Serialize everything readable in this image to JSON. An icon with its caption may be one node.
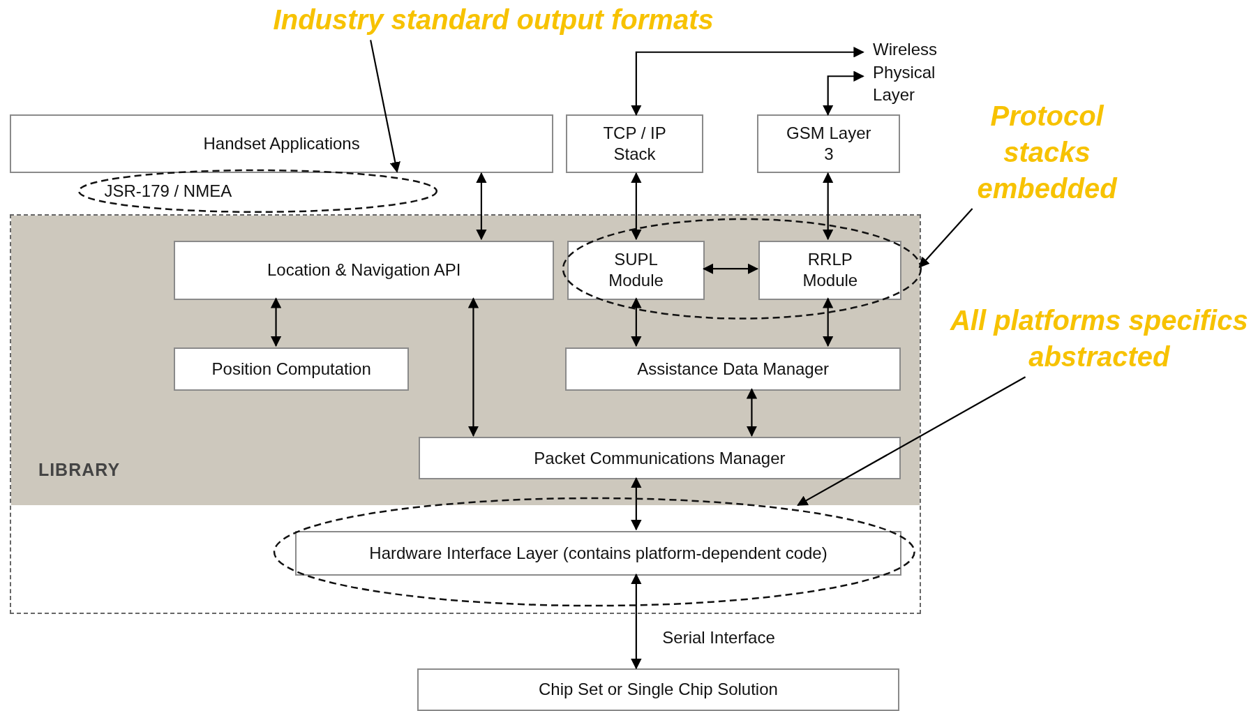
{
  "diagram": {
    "nodes": [
      {
        "text": [
          "Industry standard output formats"
        ]
      },
      {
        "text": [
          "Wireless Physical Layer"
        ]
      },
      {
        "text": [
          "Protocol stacks embedded"
        ]
      },
      {
        "text": [
          "Handset Applications"
        ]
      },
      {
        "text": [
          "TCP / IP Stack"
        ]
      },
      {
        "text": [
          "GSM Layer 3"
        ]
      },
      {
        "text": [
          "JSR-179 / NMEA"
        ]
      },
      {
        "text": [
          "LIBRARY"
        ]
      },
      {
        "text": [
          "Location & Navigation API"
        ],
        "in": 7
      },
      {
        "text": [
          "SUPL Module"
        ],
        "in": 11
      },
      {
        "text": [
          "RRLP Module"
        ],
        "in": 11
      },
      {
        "text": [],
        "shape": "ellipse",
        "in": 7
      },
      {
        "text": [
          "All platforms specifics abstracted"
        ]
      },
      {
        "text": [
          "Position Computation"
        ],
        "in": 7
      },
      {
        "text": [
          "Assistance Data Manager"
        ],
        "in": 7
      },
      {
        "text": [
          "Packet Communications Manager"
        ],
        "in": 7
      },
      {
        "text": [],
        "shape": "ellipse",
        "in": 7
      },
      {
        "text": [
          "Hardware Interface Layer (contains platform-dependent code)"
        ],
        "in": 16
      },
      {
        "text": [
          "Chip Set or Single Chip Solution"
        ]
      }
    ],
    "edges": [
      {
        "from": 0,
        "to": 6,
        "arrow": "to"
      },
      {
        "from": 4,
        "to": 1,
        "arrow": "both"
      },
      {
        "from": 5,
        "to": 1,
        "arrow": "both"
      },
      {
        "from": 3,
        "to": 8,
        "arrow": "both"
      },
      {
        "from": 4,
        "to": 9,
        "arrow": "both"
      },
      {
        "from": 5,
        "to": 10,
        "arrow": "both"
      },
      {
        "from": 9,
        "to": 10,
        "arrow": "both"
      },
      {
        "from": 2,
        "to": 11,
        "arrow": "to"
      },
      {
        "from": 8,
        "to": 13,
        "arrow": "both"
      },
      {
        "from": 8,
        "to": 15,
        "arrow": "both"
      },
      {
        "from": 9,
        "to": 14,
        "arrow": "both"
      },
      {
        "from": 10,
        "to": 14,
        "arrow": "both"
      },
      {
        "from": 14,
        "to": 15,
        "arrow": "both"
      },
      {
        "from": 12,
        "to": 16,
        "arrow": "to"
      },
      {
        "from": 15,
        "to": 17,
        "arrow": "both"
      },
      {
        "from": 17,
        "to": 18,
        "arrow": "both",
        "label": "Serial Interface"
      }
    ]
  }
}
